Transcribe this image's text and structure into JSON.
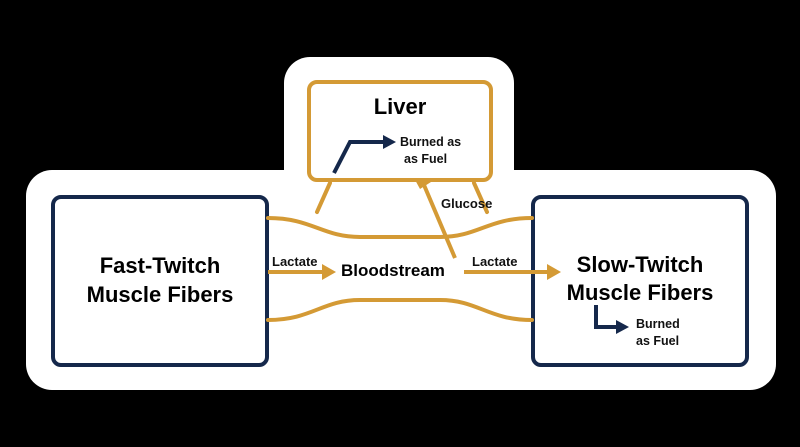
{
  "colors": {
    "navy": "#15284b",
    "gold": "#d49a35",
    "bg": "#000000",
    "panel": "#ffffff"
  },
  "liver": {
    "title": "Liver",
    "fuel_label_1": "Burned as",
    "fuel_label_2": "as Fuel"
  },
  "fast_twitch": {
    "title_1": "Fast-Twitch",
    "title_2": "Muscle Fibers"
  },
  "slow_twitch": {
    "title_1": "Slow-Twitch",
    "title_2": "Muscle Fibers",
    "fuel_label_1": "Burned",
    "fuel_label_2": "as Fuel"
  },
  "bloodstream": {
    "label": "Bloodstream"
  },
  "arrows": {
    "lactate_left": "Lactate",
    "lactate_right": "Lactate",
    "glucose": "Glucose"
  }
}
